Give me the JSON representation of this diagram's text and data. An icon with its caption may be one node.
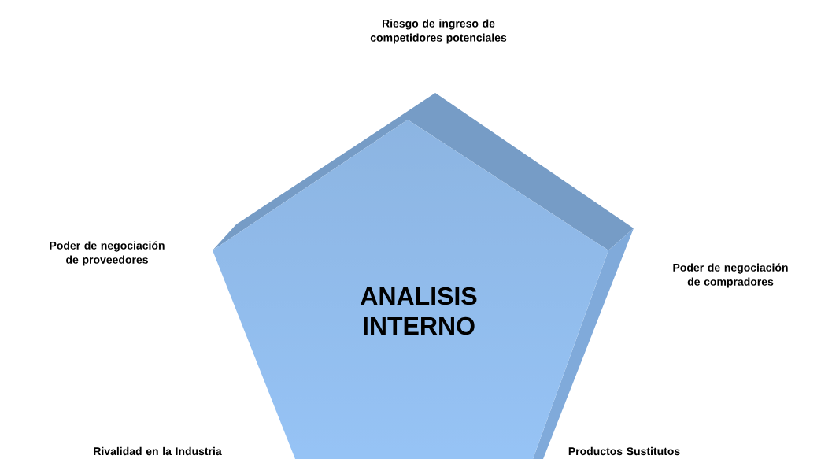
{
  "diagram": {
    "nodes": [
      {
        "text": [
          "ANALISIS INTERNO"
        ]
      }
    ],
    "labels": [
      "Riesgo de ingreso de competidores potenciales",
      "Poder de negociación de proveedores",
      "Poder de negociación de compradores",
      "Rivalidad en la Industria",
      "Productos Sustitutos"
    ]
  }
}
